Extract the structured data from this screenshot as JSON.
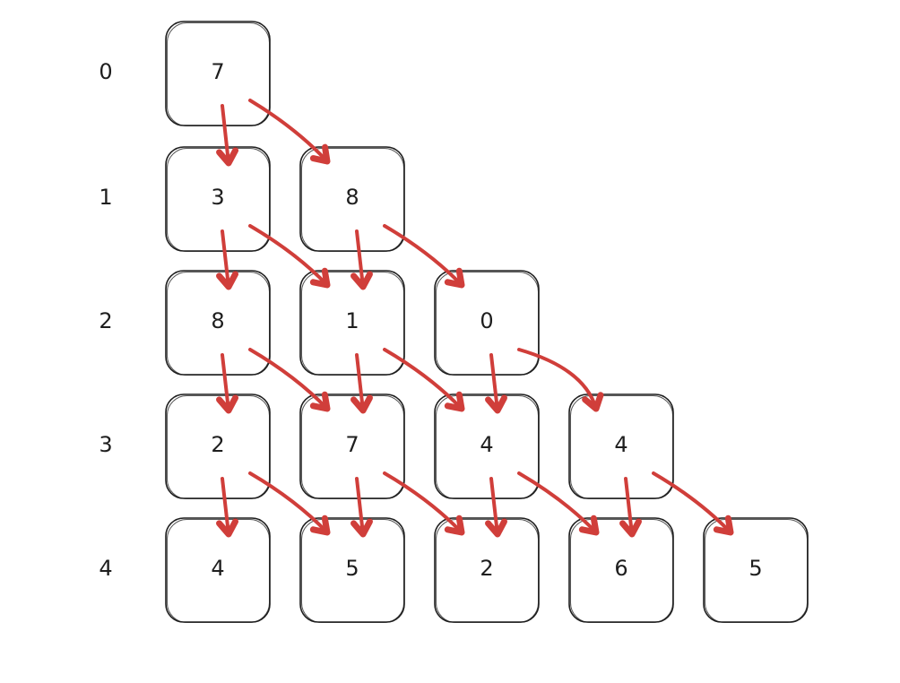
{
  "rows": [
    {
      "label": "0",
      "values": [
        "7"
      ]
    },
    {
      "label": "1",
      "values": [
        "3",
        "8"
      ]
    },
    {
      "label": "2",
      "values": [
        "8",
        "1",
        "0"
      ]
    },
    {
      "label": "3",
      "values": [
        "2",
        "7",
        "4",
        "4"
      ]
    },
    {
      "label": "4",
      "values": [
        "4",
        "5",
        "2",
        "6",
        "5"
      ]
    }
  ],
  "colors": {
    "arrow": "#d03e3a",
    "box_stroke": "#1e1e1e",
    "text": "#1e1e1e"
  }
}
